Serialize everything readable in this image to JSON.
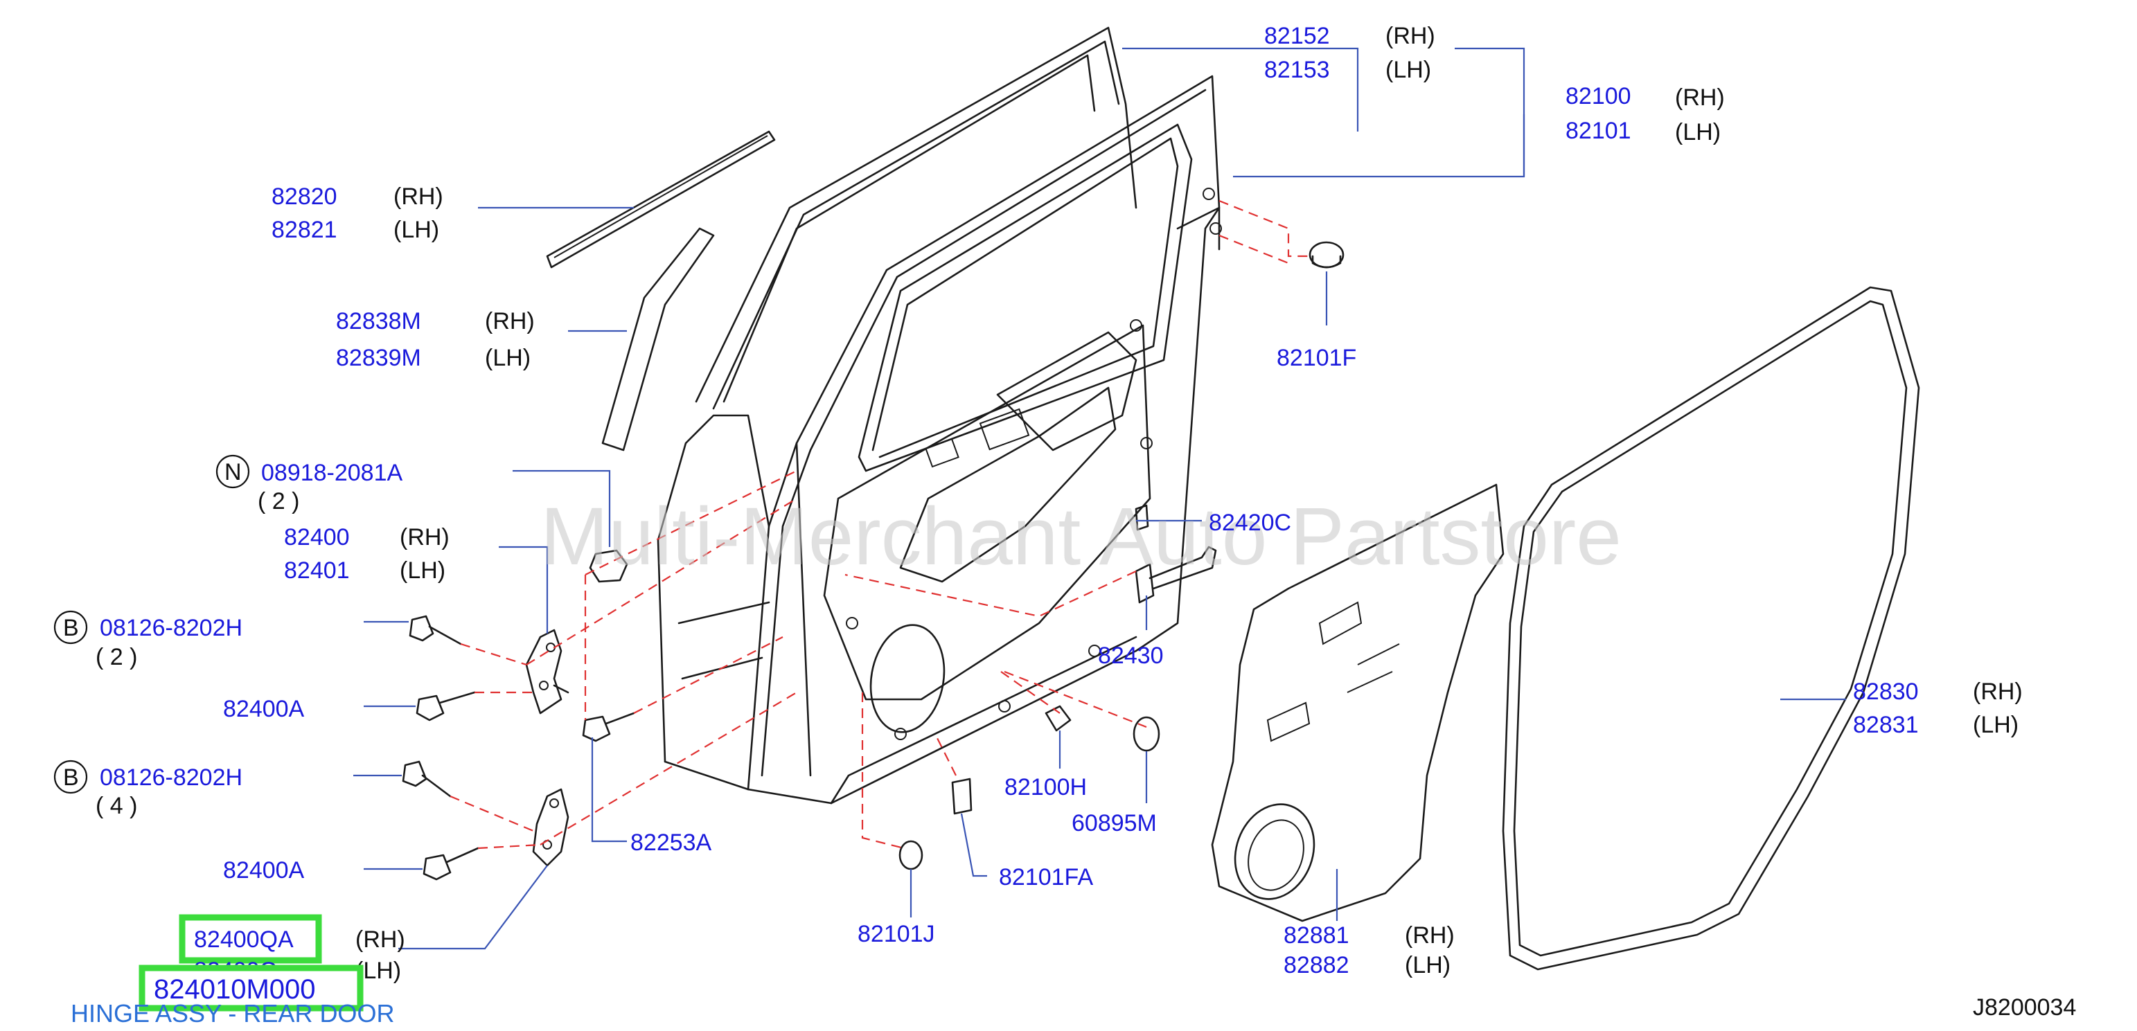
{
  "watermark": "Multi-Merchant Auto Partstore",
  "diagram_code": "J8200034",
  "labels": {
    "p82152": "82152",
    "p82152_side": "(RH)",
    "p82153": "82153",
    "p82153_side": "(LH)",
    "p82100": "82100",
    "p82100_side": "(RH)",
    "p82101": "82101",
    "p82101_side": "(LH)",
    "p82820": "82820",
    "p82820_side": "(RH)",
    "p82821": "82821",
    "p82821_side": "(LH)",
    "p82838m": "82838M",
    "p82838m_side": "(RH)",
    "p82839m": "82839M",
    "p82839m_side": "(LH)",
    "p82101f": "82101F",
    "n_symbol": "N",
    "p08918": "08918-2081A",
    "p08918_qty": "( 2 )",
    "p82400": "82400",
    "p82400_side": "(RH)",
    "p82401": "82401",
    "p82401_side": "(LH)",
    "p82420c": "82420C",
    "b_symbol_1": "B",
    "p08126_1": "08126-8202H",
    "p08126_1_qty": "( 2 )",
    "p82430": "82430",
    "p82400a_1": "82400A",
    "b_symbol_2": "B",
    "p08126_2": "08126-8202H",
    "p08126_2_qty": "( 4 )",
    "p82830": "82830",
    "p82830_side": "(RH)",
    "p82831": "82831",
    "p82831_side": "(LH)",
    "p82100h": "82100H",
    "p82253a": "82253A",
    "p60895m": "60895M",
    "p82400a_2": "82400A",
    "p82101fa": "82101FA",
    "p82400qa": "82400QA",
    "p82400qa_side": "(RH)",
    "p82400q": "82400Q",
    "p82400q_side": "(LH)",
    "p82101j": "82101J",
    "p82881": "82881",
    "p82881_side": "(RH)",
    "p82882": "82882",
    "p82882_side": "(LH)"
  },
  "highlight": {
    "part_number": "824010M000",
    "description": "HINGE ASSY - REAR DOOR"
  },
  "colors": {
    "label_blue": "#1a1adc",
    "leader_blue": "#3a55b5",
    "dash_red": "#e03030",
    "highlight_green": "#3cdc3c",
    "description_blue": "#2a6fd6"
  }
}
